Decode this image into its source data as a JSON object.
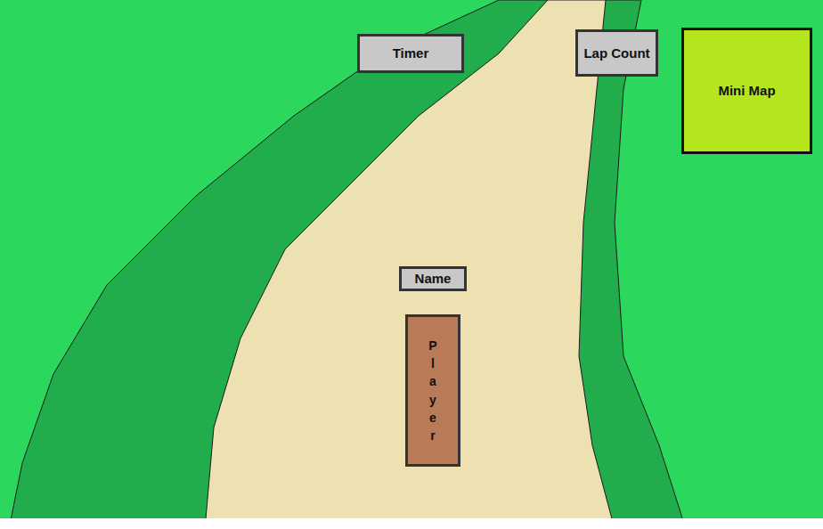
{
  "diagram": {
    "nodes": [
      {
        "text": [
          "Timer"
        ]
      },
      {
        "text": [
          "Lap Count"
        ]
      },
      {
        "text": [
          "Mini Map"
        ]
      },
      {
        "text": [
          "Name"
        ]
      },
      {
        "text": [
          "Player"
        ]
      }
    ]
  }
}
